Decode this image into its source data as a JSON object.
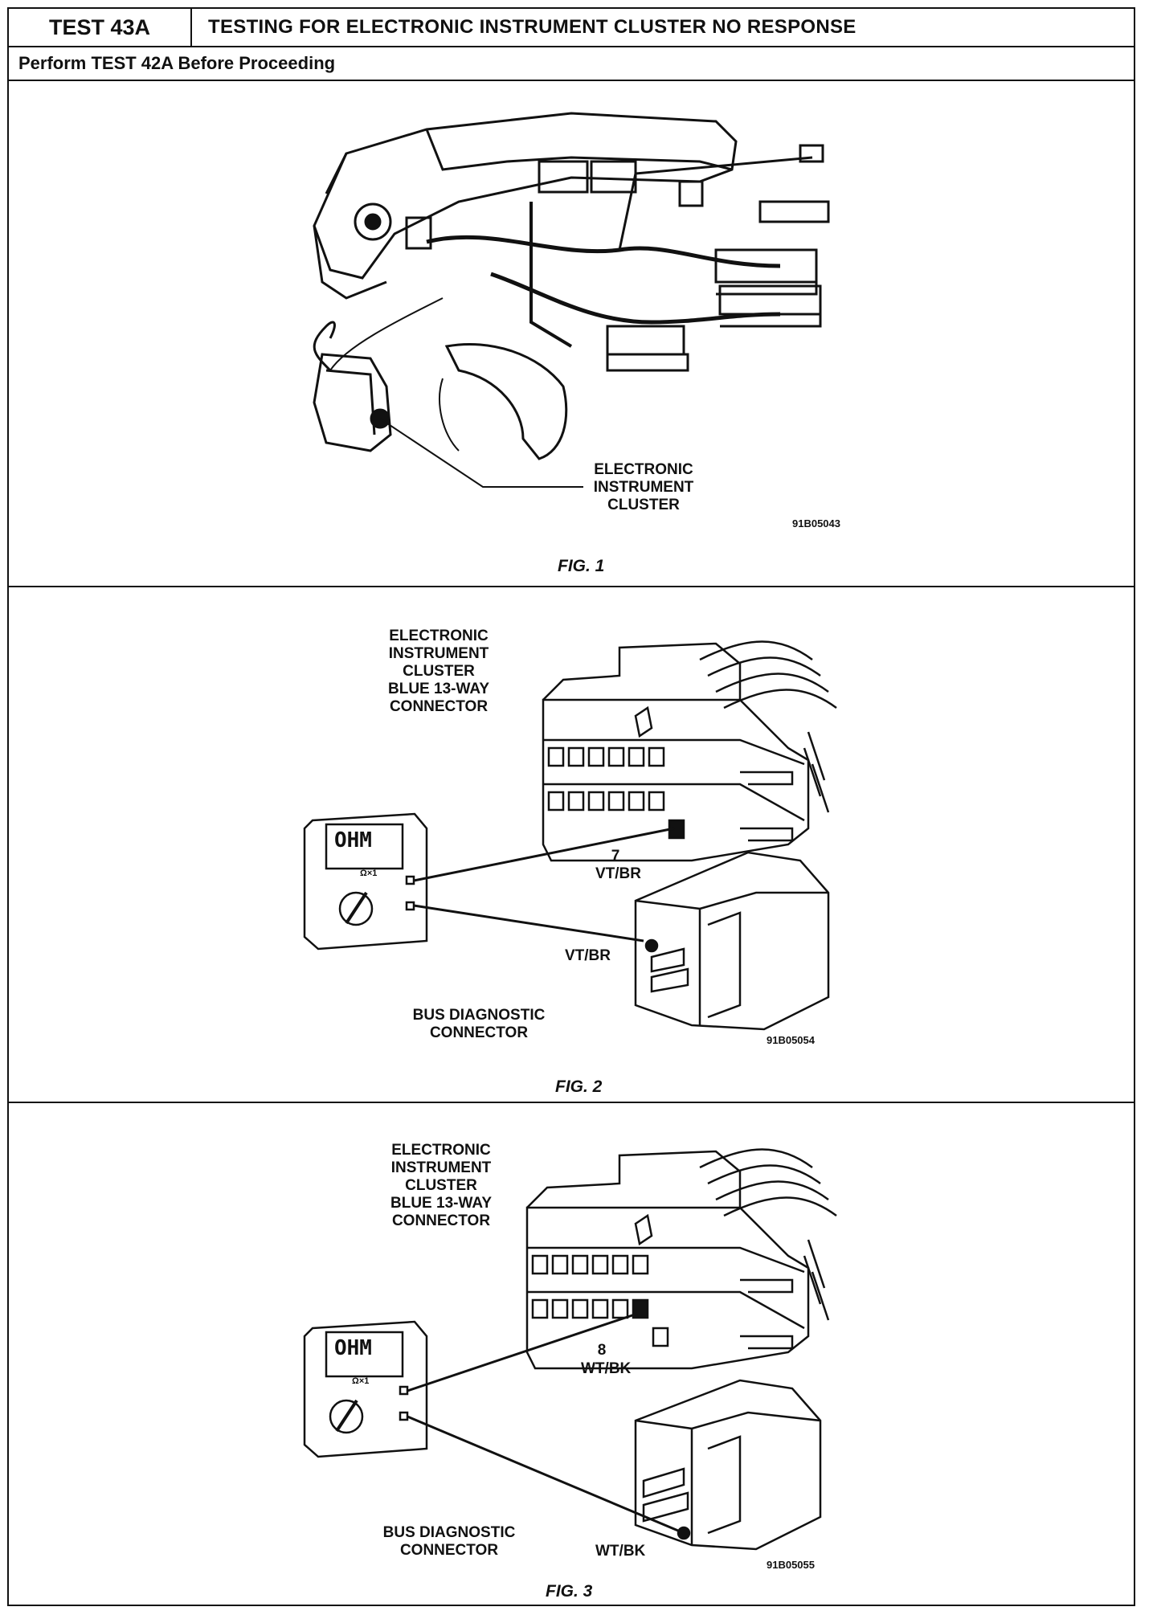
{
  "header": {
    "test_id": "TEST 43A",
    "title": "TESTING FOR ELECTRONIC INSTRUMENT CLUSTER NO RESPONSE",
    "prerequisite": "Perform TEST 42A Before Proceeding"
  },
  "fig1": {
    "callout": [
      "ELECTRONIC",
      "INSTRUMENT",
      "CLUSTER"
    ],
    "ref_code": "91B05043",
    "caption": "FIG. 1"
  },
  "fig2": {
    "connector_label": [
      "ELECTRONIC",
      "INSTRUMENT",
      "CLUSTER",
      "BLUE 13-WAY",
      "CONNECTOR"
    ],
    "meter_display": "OHM",
    "meter_range": "Ω×1",
    "pin_number": "7",
    "pin_wire": "VT/BR",
    "diag_wire": "VT/BR",
    "diag_label": [
      "BUS DIAGNOSTIC",
      "CONNECTOR"
    ],
    "ref_code": "91B05054",
    "caption": "FIG. 2"
  },
  "fig3": {
    "connector_label": [
      "ELECTRONIC",
      "INSTRUMENT",
      "CLUSTER",
      "BLUE 13-WAY",
      "CONNECTOR"
    ],
    "meter_display": "OHM",
    "meter_range": "Ω×1",
    "pin_number": "8",
    "pin_wire": "WT/BK",
    "diag_wire": "WT/BK",
    "diag_label": [
      "BUS DIAGNOSTIC",
      "CONNECTOR"
    ],
    "ref_code": "91B05055",
    "caption": "FIG. 3"
  }
}
